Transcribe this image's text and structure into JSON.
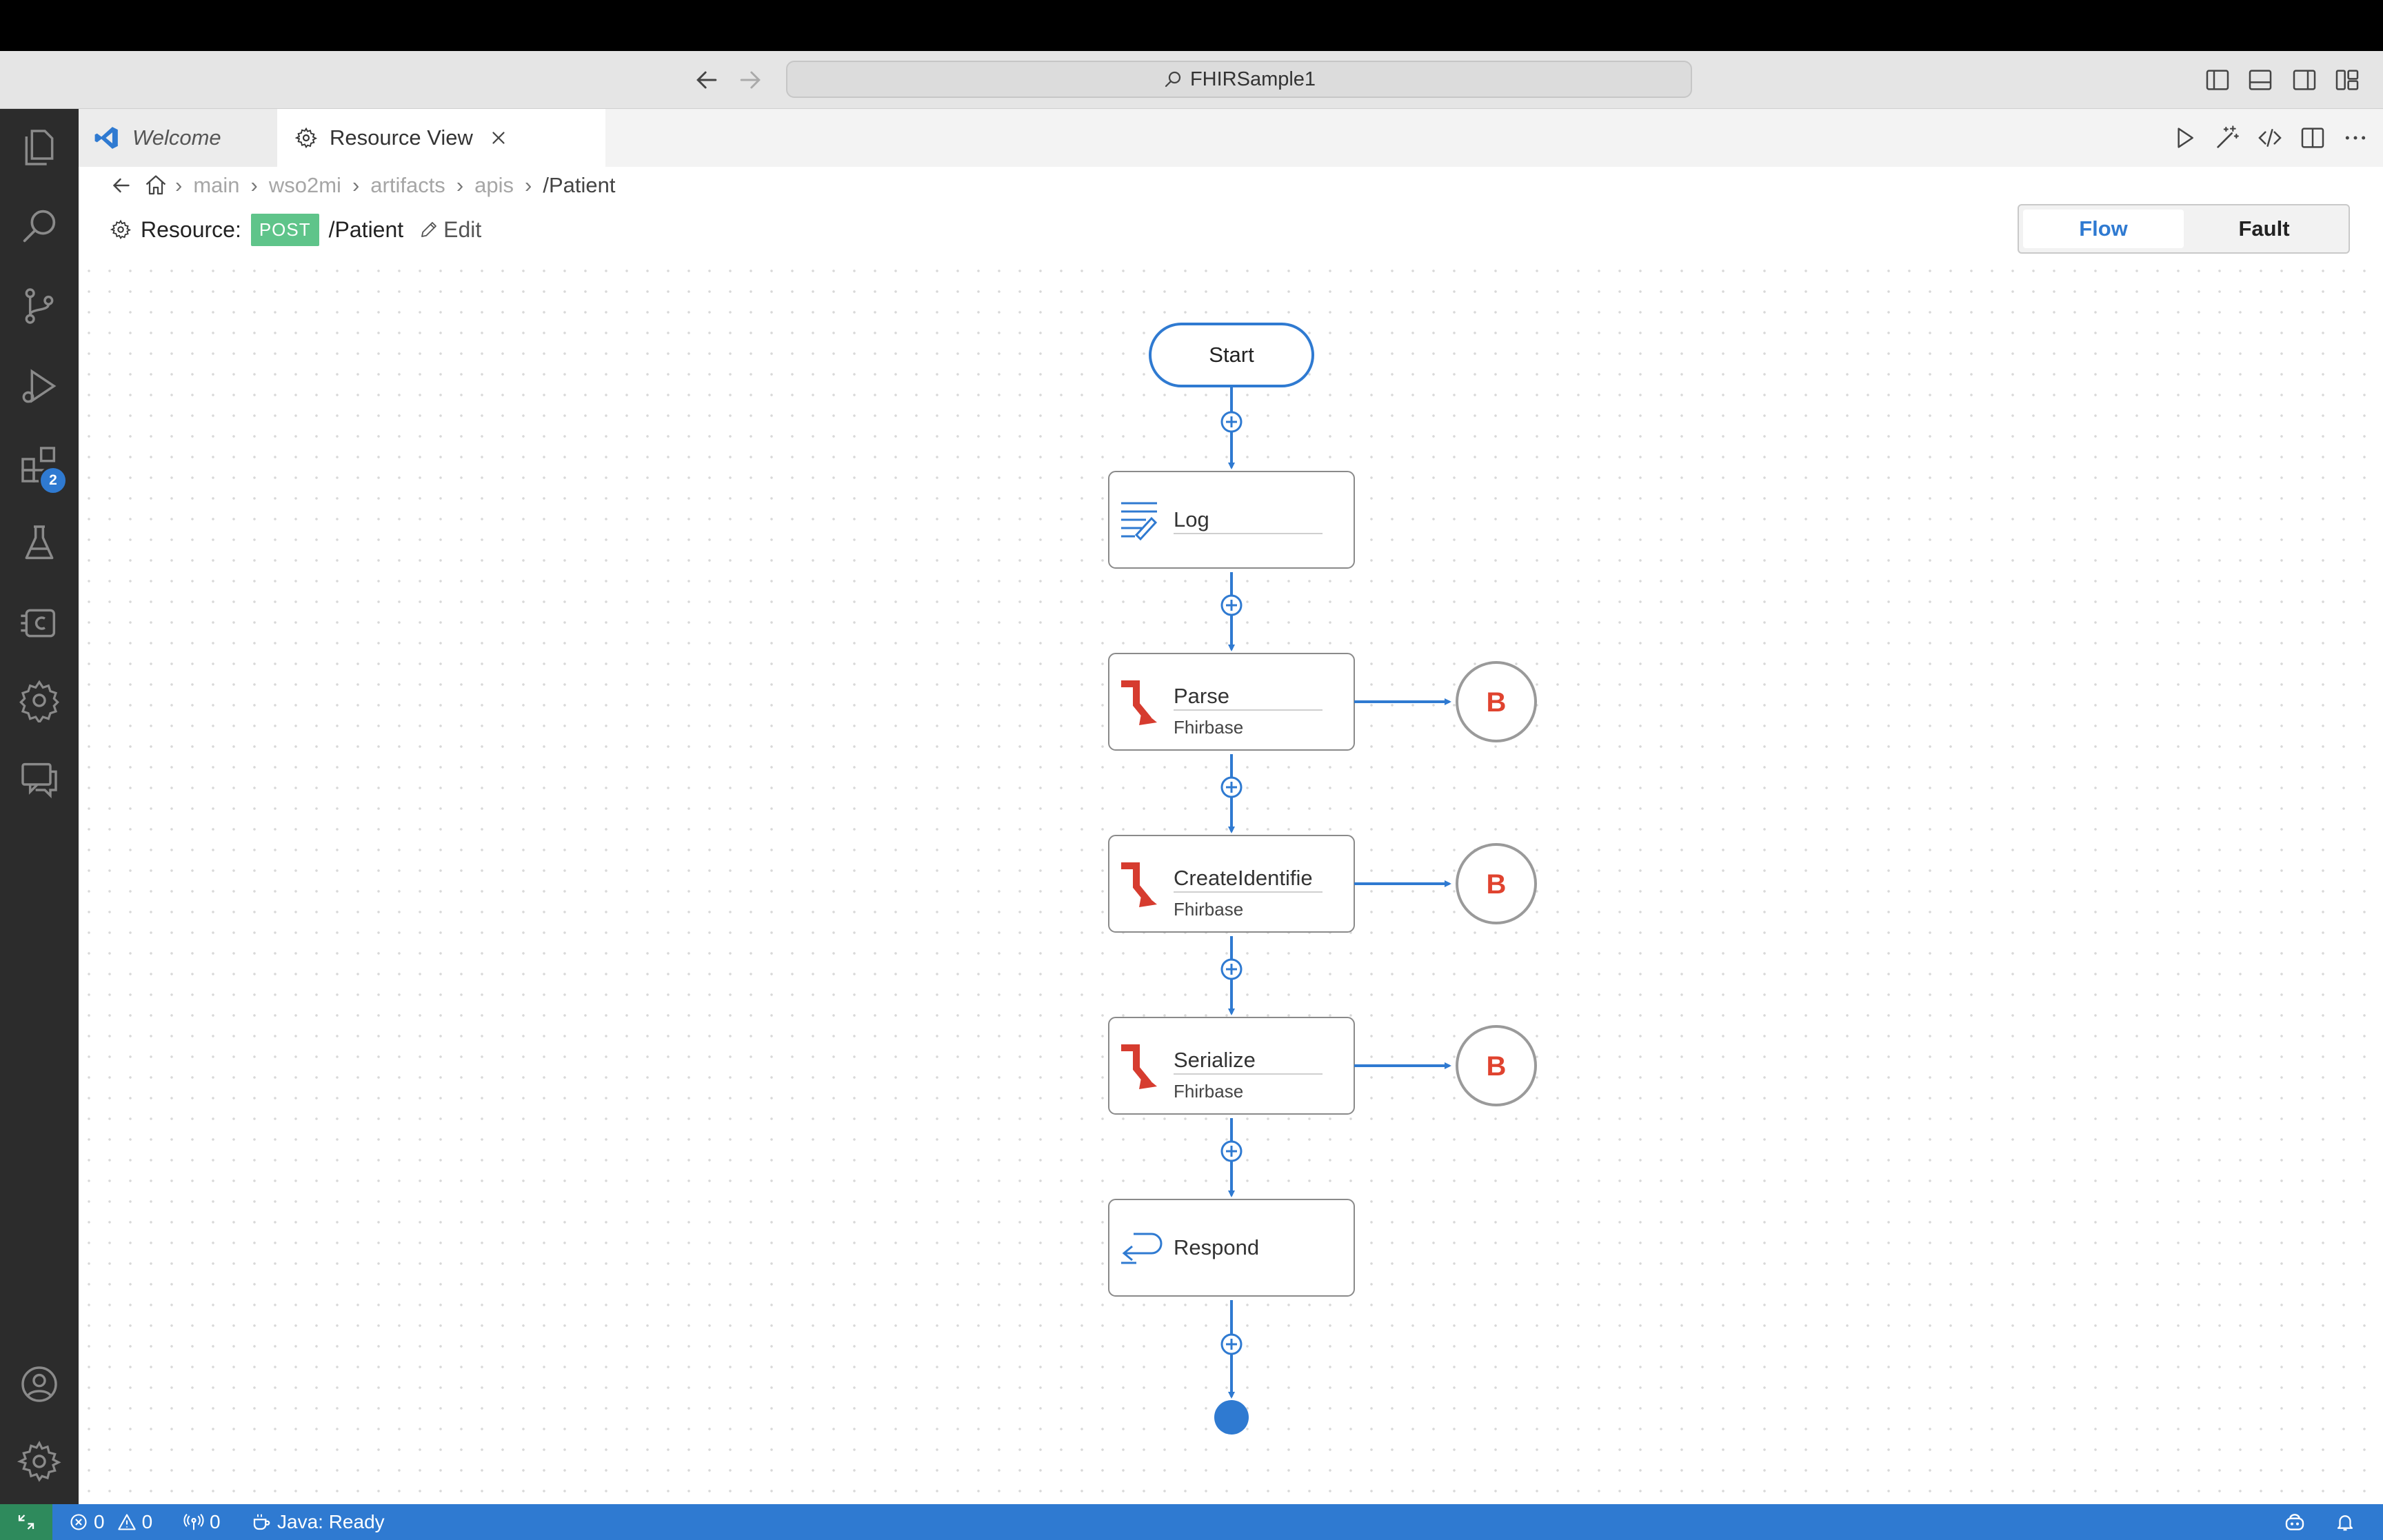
{
  "window": {
    "search_text": "FHIRSample1"
  },
  "tabs": [
    {
      "label": "Welcome"
    },
    {
      "label": "Resource View"
    }
  ],
  "breadcrumb": [
    "main",
    "wso2mi",
    "artifacts",
    "apis",
    "/Patient"
  ],
  "resource": {
    "label": "Resource:",
    "method": "POST",
    "path": "/Patient",
    "edit_label": "Edit"
  },
  "view_toggle": {
    "flow": "Flow",
    "fault": "Fault",
    "selected": "Flow"
  },
  "flow": {
    "start_label": "Start",
    "nodes": [
      {
        "title": "Log",
        "subtitle": "",
        "icon": "log-icon"
      },
      {
        "title": "Parse",
        "subtitle": "Fhirbase",
        "icon": "connector-icon",
        "branch": "B"
      },
      {
        "title": "CreateIdentifie",
        "subtitle": "Fhirbase",
        "icon": "connector-icon",
        "branch": "B"
      },
      {
        "title": "Serialize",
        "subtitle": "Fhirbase",
        "icon": "connector-icon",
        "branch": "B"
      },
      {
        "title": "Respond",
        "subtitle": "",
        "icon": "respond-icon"
      }
    ]
  },
  "activity_bar": {
    "extensions_badge": "2"
  },
  "status_bar": {
    "errors": "0",
    "warnings": "0",
    "ports": "0",
    "java_status": "Java: Ready"
  },
  "colors": {
    "accent": "#2f7ad1",
    "badge_post": "#5fc48a",
    "connector_red": "#d63c2f",
    "activity_bar": "#2c2c2c"
  }
}
